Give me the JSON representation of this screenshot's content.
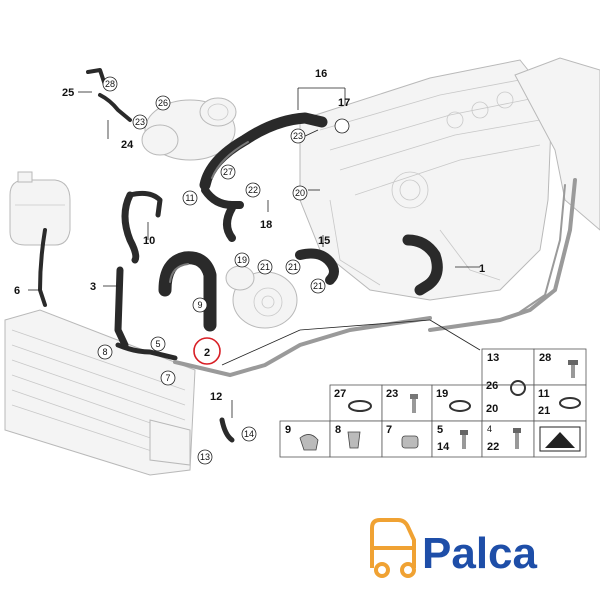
{
  "part_labels": {
    "p1": "1",
    "p2": "2",
    "p3": "3",
    "p5": "5",
    "p6": "6",
    "p7": "7",
    "p8": "8",
    "p9": "9",
    "p10": "10",
    "p11": "11",
    "p12": "12",
    "p13": "13",
    "p14": "14",
    "p15": "15",
    "p16": "16",
    "p17": "17",
    "p18": "18",
    "p19": "19",
    "p20": "20",
    "p21": "21",
    "p22": "22",
    "p23": "23",
    "p24": "24",
    "p25": "25",
    "p26": "26",
    "p27": "27",
    "p28": "28"
  },
  "highlighted_part": "2",
  "highlight_color": "#d81f26",
  "legend_grid": {
    "c13": "13",
    "c28": "28",
    "c26": "26",
    "c20": "20",
    "c11": "11",
    "c21": "21",
    "c27": "27",
    "c23": "23",
    "c19": "19",
    "c9": "9",
    "c8": "8",
    "c7": "7",
    "c5": "5",
    "c14": "14",
    "c4": "4",
    "c22": "22"
  },
  "logo": {
    "text": "Palca",
    "text_color": "#1e4ea8",
    "icon_color": "#f0a233",
    "icon": "tow-truck-icon"
  }
}
